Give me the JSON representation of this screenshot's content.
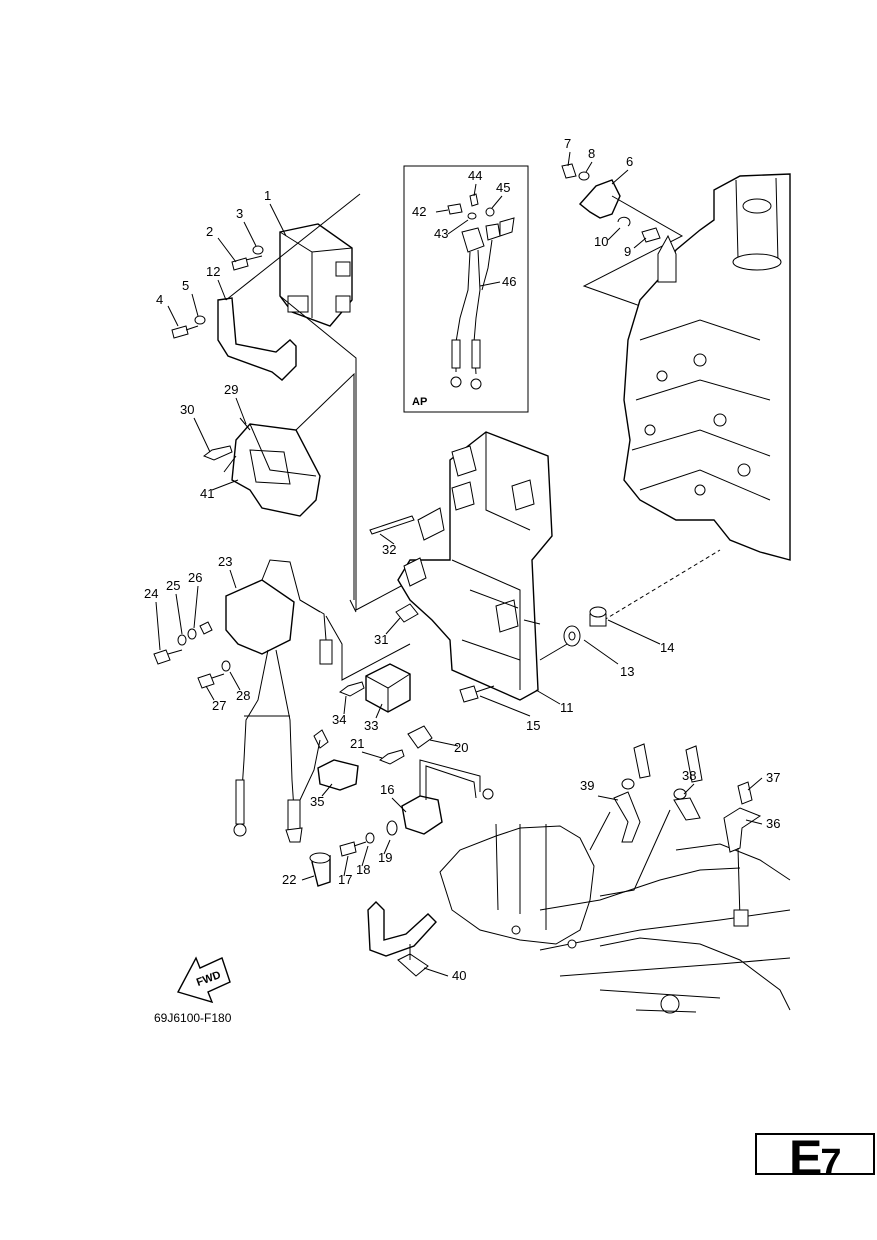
{
  "inset": {
    "tag": "AP"
  },
  "figure_code": "69J6100-F180",
  "fwd_arrow": {
    "label": "FWD"
  },
  "page_tag": {
    "letter": "E",
    "number": "7"
  },
  "callouts": [
    "1",
    "2",
    "3",
    "4",
    "5",
    "6",
    "7",
    "8",
    "9",
    "10",
    "11",
    "12",
    "13",
    "14",
    "15",
    "16",
    "17",
    "18",
    "19",
    "20",
    "21",
    "22",
    "23",
    "24",
    "25",
    "26",
    "27",
    "28",
    "29",
    "30",
    "31",
    "32",
    "33",
    "34",
    "35",
    "36",
    "37",
    "38",
    "39",
    "40",
    "41",
    "42",
    "43",
    "44",
    "45",
    "46"
  ]
}
